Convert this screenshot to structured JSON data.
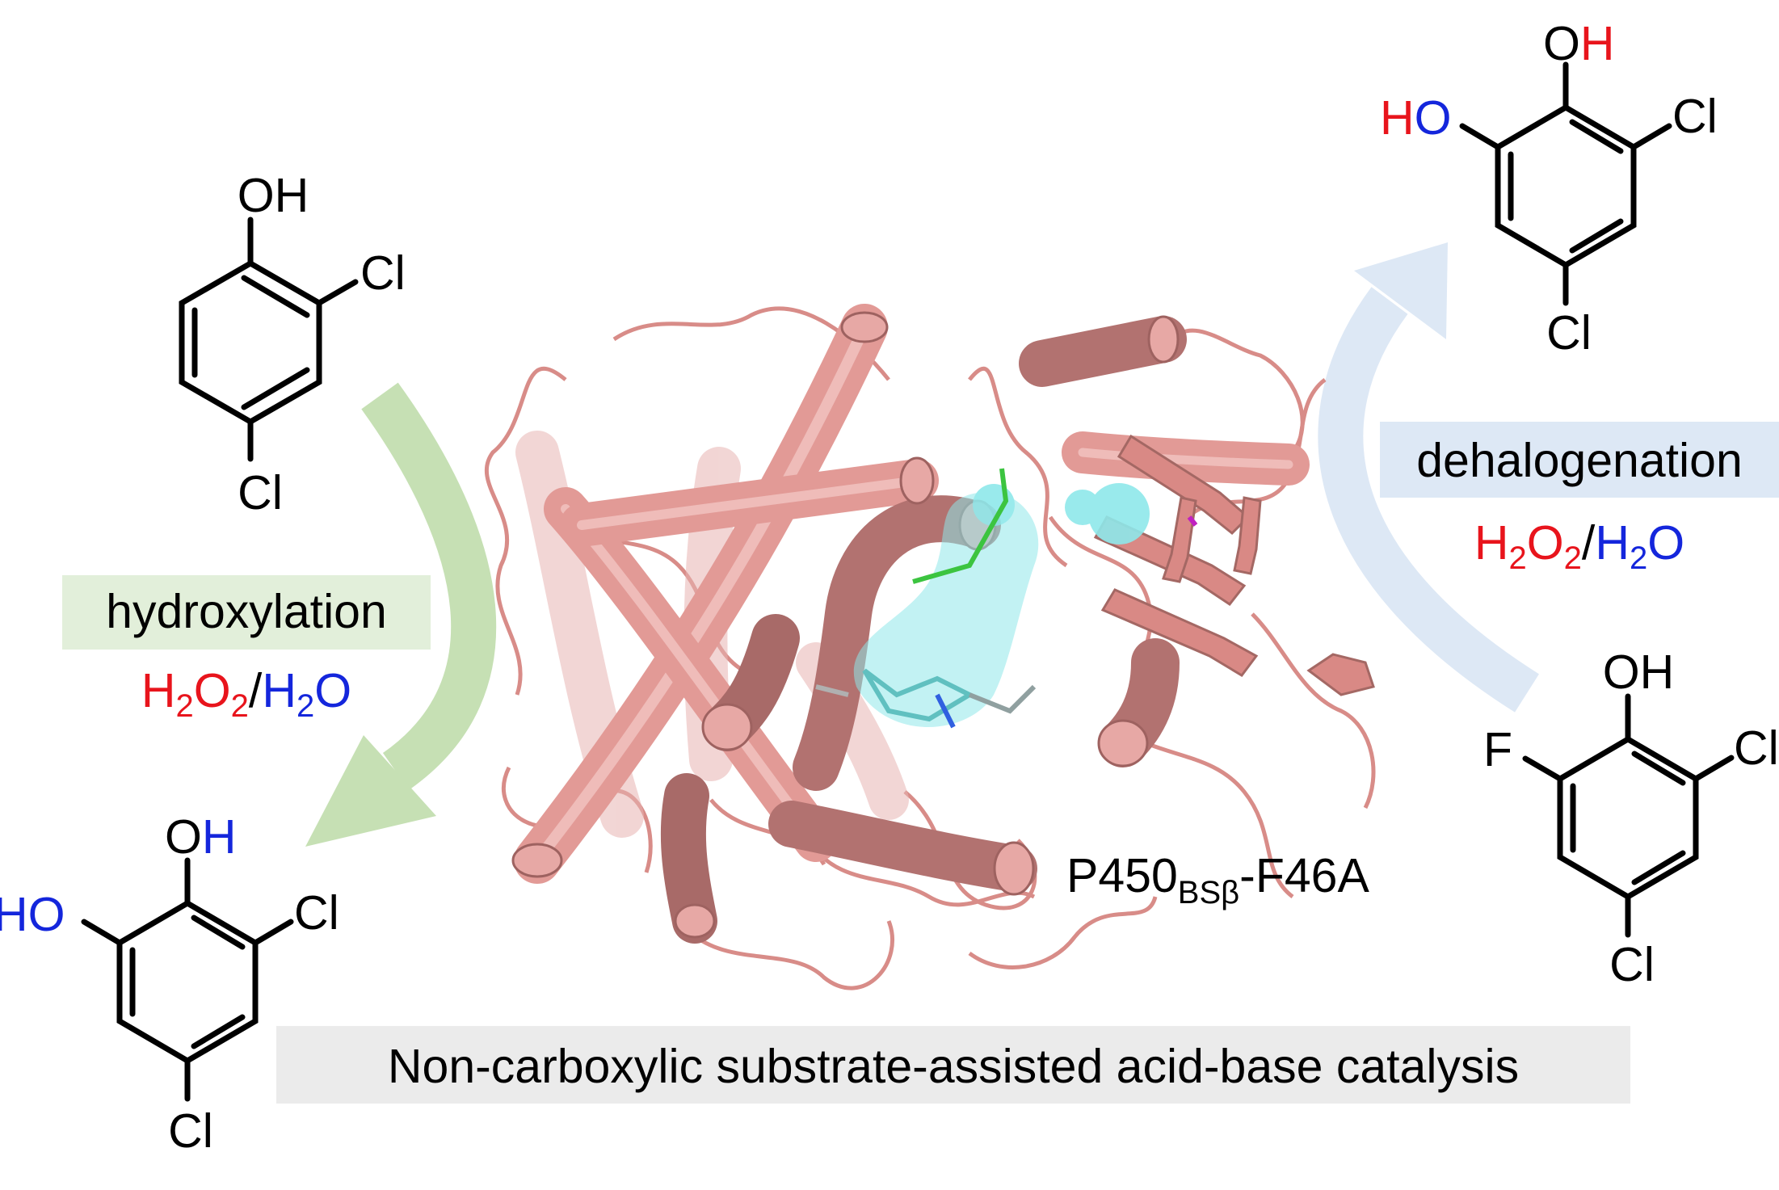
{
  "colors": {
    "red": "#e8141c",
    "blue": "#1426dc",
    "green_arrow": "#c6e0b4",
    "blue_arrow": "#dde8f5",
    "green_box": "#e2efda",
    "blue_box": "#dde8f5",
    "grey_box": "#ebebeb",
    "protein": "#e29a96",
    "protein_dark": "#b27270",
    "ligand": "#8ee8ea"
  },
  "reactions": {
    "hydroxylation": {
      "label": "hydroxylation",
      "reagent": {
        "h1": "H",
        "n1": "2",
        "o1": "O",
        "n2": "2",
        "slash": "/",
        "h2": "H",
        "n3": "2",
        "o2": "O"
      }
    },
    "dehalogenation": {
      "label": "dehalogenation",
      "reagent": {
        "h1": "H",
        "n1": "2",
        "o1": "O",
        "n2": "2",
        "slash": "/",
        "h2": "H",
        "n3": "2",
        "o2": "O"
      }
    }
  },
  "enzyme": {
    "name": "P450",
    "subscript": "BSβ",
    "suffix": "-F46A"
  },
  "footer": "Non-carboxylic substrate-assisted acid-base catalysis",
  "molecules": {
    "substrate_dcp": {
      "oh": "OH",
      "cl1": "Cl",
      "cl2": "Cl"
    },
    "product_left": {
      "o": "O",
      "h": "H",
      "ho_h": "H",
      "ho_o": "O",
      "cl1": "Cl",
      "cl2": "Cl"
    },
    "product_right": {
      "o": "O",
      "h": "H",
      "ho_h": "H",
      "ho_o": "O",
      "cl1": "Cl",
      "cl2": "Cl"
    },
    "substrate_fdcp": {
      "oh": "OH",
      "f": "F",
      "cl1": "Cl",
      "cl2": "Cl"
    }
  }
}
